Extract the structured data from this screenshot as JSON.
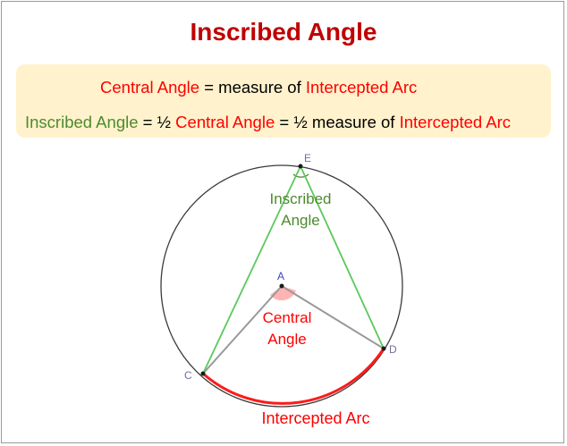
{
  "title": "Inscribed Angle",
  "colors": {
    "title": "#c00000",
    "central": "#ff0000",
    "inscribed": "#4e8a2e",
    "box": "#fff2cc",
    "chord_green": "#5cc85c",
    "radius_gray": "#999999",
    "arc_red": "#ff1a1a",
    "point_label": "#4040c0"
  },
  "formula": {
    "line1": {
      "central": "Central Angle",
      "eq": " = measure of ",
      "arc": "Intercepted Arc"
    },
    "line2": {
      "inscribed": "Inscribed Angle",
      "eq1": " = ½ ",
      "central": "Central Angle",
      "eq2": " = ½ measure of ",
      "arc": "Intercepted Arc"
    }
  },
  "diagram": {
    "points": {
      "A": "A",
      "C": "C",
      "D": "D",
      "E": "E"
    },
    "labels": {
      "inscribed_1": "Inscribed",
      "inscribed_2": "Angle",
      "central_1": "Central",
      "central_2": "Angle",
      "arc": "Intercepted Arc"
    }
  }
}
